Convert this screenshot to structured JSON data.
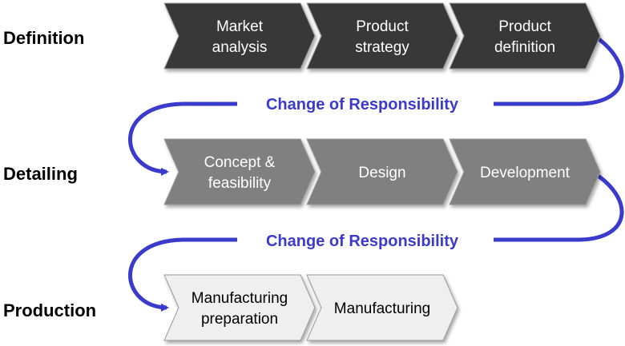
{
  "colors": {
    "flow_arrow": "#3a3acc",
    "definition_fill": "#383838",
    "definition_text": "#ffffff",
    "detailing_fill": "#808080",
    "detailing_text": "#ffffff",
    "production_fill": "#efefef",
    "production_text": "#000000",
    "step_border": "#9a9a9a"
  },
  "phases": [
    {
      "label": "Definition",
      "steps": [
        {
          "lines": [
            "Market",
            "analysis"
          ]
        },
        {
          "lines": [
            "Product",
            "strategy"
          ]
        },
        {
          "lines": [
            "Product",
            "definition"
          ]
        }
      ]
    },
    {
      "label": "Detailing",
      "steps": [
        {
          "lines": [
            "Concept &",
            "feasibility"
          ]
        },
        {
          "lines": [
            "Design"
          ]
        },
        {
          "lines": [
            "Development"
          ]
        }
      ]
    },
    {
      "label": "Production",
      "steps": [
        {
          "lines": [
            "Manufacturing",
            "preparation"
          ]
        },
        {
          "lines": [
            "Manufacturing"
          ]
        }
      ]
    }
  ],
  "handovers": [
    {
      "label": "Change of Responsibility"
    },
    {
      "label": "Change of Responsibility"
    }
  ]
}
